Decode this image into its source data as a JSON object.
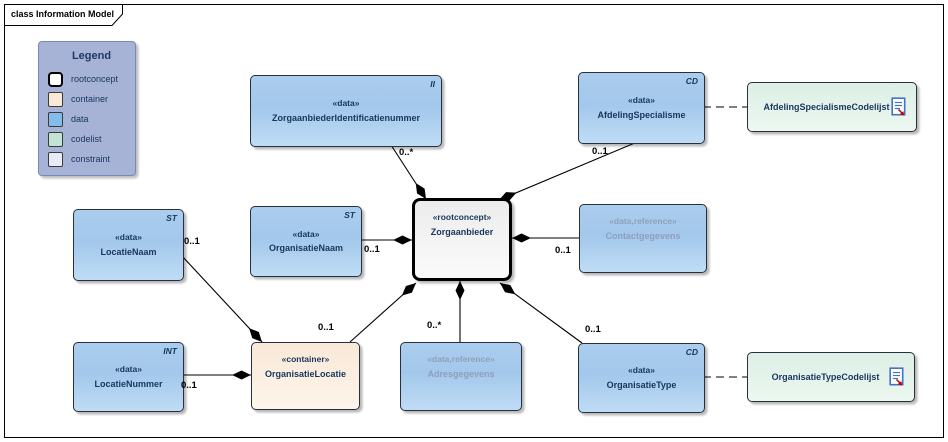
{
  "frame": {
    "tab_label": "class Information Model"
  },
  "legend": {
    "title": "Legend",
    "items": [
      {
        "label": "rootconcept",
        "color": "#FFFFFF"
      },
      {
        "label": "container",
        "color": "#FAE7D4"
      },
      {
        "label": "data",
        "color": "#85BCEA"
      },
      {
        "label": "codelist",
        "color": "#C2E4D2"
      },
      {
        "label": "constraint",
        "color": "#E9EAF8"
      }
    ]
  },
  "nodes": {
    "zorgaanbieder_identificatienummer": {
      "stereotype": "«data»",
      "name": "ZorgaanbiederIdentificatienummer",
      "tag": "II"
    },
    "afdeling_specialisme": {
      "stereotype": "«data»",
      "name": "AfdelingSpecialisme",
      "tag": "CD"
    },
    "afdeling_specialisme_codelijst": {
      "name": "AfdelingSpecialismeCodelijst"
    },
    "locatie_naam": {
      "stereotype": "«data»",
      "name": "LocatieNaam",
      "tag": "ST"
    },
    "organisatie_naam": {
      "stereotype": "«data»",
      "name": "OrganisatieNaam",
      "tag": "ST"
    },
    "zorgaanbieder": {
      "stereotype": "«rootconcept»",
      "name": "Zorgaanbieder"
    },
    "contactgegevens": {
      "stereotype": "«data,reference»",
      "name": "Contactgegevens"
    },
    "locatie_nummer": {
      "stereotype": "«data»",
      "name": "LocatieNummer",
      "tag": "INT"
    },
    "organisatie_locatie": {
      "stereotype": "«container»",
      "name": "OrganisatieLocatie"
    },
    "adresgegevens": {
      "stereotype": "«data,reference»",
      "name": "Adresgegevens"
    },
    "organisatie_type": {
      "stereotype": "«data»",
      "name": "OrganisatieType",
      "tag": "CD"
    },
    "organisatie_type_codelijst": {
      "name": "OrganisatieTypeCodelijst"
    }
  },
  "multiplicities": {
    "zorgaanbieder_identificatienummer": "0..*",
    "afdeling_specialisme": "0..1",
    "organisatie_naam": "0..1",
    "locatie_naam": "0..1",
    "contactgegevens": "0..1",
    "organisatie_locatie": "0..1",
    "locatie_nummer": "0..1",
    "adresgegevens": "0..*",
    "organisatie_type": "0..1"
  },
  "colors": {
    "rootconcept_fill": "#FFFFFF",
    "container_fill": "#FBEBDC",
    "data_fill": "#A9CCEE",
    "codelist_fill": "#DFF0E7",
    "constraint_fill": "#E9EAF8",
    "legend_background": "#A6B2D6",
    "text_navy": "#17365D",
    "muted_text": "#8E9FBC",
    "edge_color": "#000000"
  }
}
